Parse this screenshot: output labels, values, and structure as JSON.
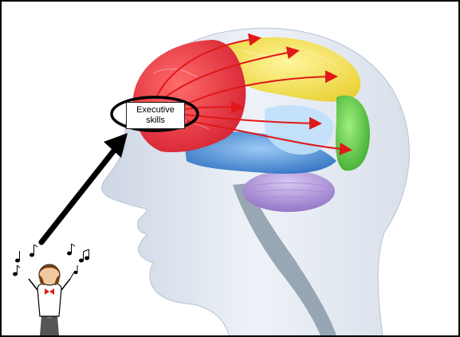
{
  "diagram": {
    "label": {
      "line1": "Executive",
      "line2": "skills"
    },
    "regions": [
      {
        "name": "frontal-lobe",
        "color": "#e8323a"
      },
      {
        "name": "parietal-lobe",
        "color": "#f2e24a"
      },
      {
        "name": "occipital-lobe",
        "color": "#5bc84a"
      },
      {
        "name": "temporal-lobe",
        "color": "#3d8fd6"
      },
      {
        "name": "cerebellum",
        "color": "#a48ad0"
      },
      {
        "name": "brainstem",
        "color": "#8a9aa8"
      }
    ],
    "arrow_color": "#e01818",
    "pointer_arrow_color": "#000000",
    "icons": [
      "conductor-figure-icon",
      "music-note-icon"
    ]
  }
}
